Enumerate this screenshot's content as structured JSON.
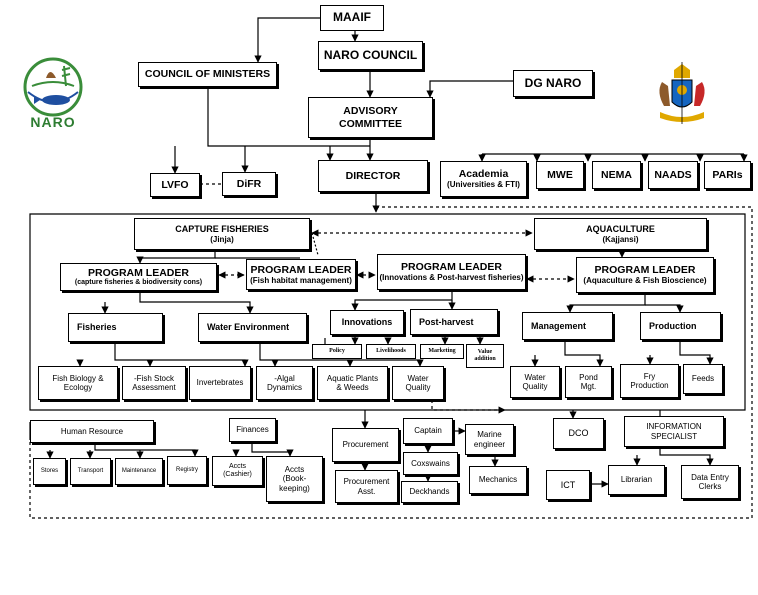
{
  "boxes": {
    "maaif": "MAAIF",
    "naro_council": "NARO COUNCIL",
    "council_ministers": "COUNCIL OF MINISTERS",
    "dg_naro": "DG NARO",
    "advisory_line1": "ADVISORY",
    "advisory_line2": "COMMITTEE",
    "lvfo": "LVFO",
    "difr": "DiFR",
    "director": "DIRECTOR",
    "academia": "Academia",
    "academia_sub": "(Universities & FTI)",
    "mwe": "MWE",
    "nema": "NEMA",
    "naads": "NAADS",
    "paris": "PARIs",
    "capture": "CAPTURE FISHERIES",
    "capture_sub": "(Jinja)",
    "aquaculture": "AQUACULTURE",
    "aquaculture_sub": "(Kajjansi)",
    "pl_capture": "PROGRAM LEADER",
    "pl_capture_sub": "(capture fisheries & biodiversity cons)",
    "pl_habitat": "PROGRAM LEADER",
    "pl_habitat_sub": "(Fish habitat management)",
    "pl_innov": "PROGRAM LEADER",
    "pl_innov_sub": "(Innovations & Post-harvest fisheries)",
    "pl_aqua": "PROGRAM LEADER",
    "pl_aqua_sub": "(Aquaculture & Fish Bioscience)",
    "fisheries": "Fisheries",
    "water_env": "Water Environment",
    "innovations": "Innovations",
    "post_harvest": "Post-harvest",
    "management": "Management",
    "production": "Production",
    "policy": "Policy",
    "livelihoods": "Livelihoods",
    "marketing": "Marketing",
    "value_add_1": "Value",
    "value_add_2": "addition",
    "fish_bio_1": "Fish Biology &",
    "fish_bio_2": "Ecology",
    "fish_stock_1": "-Fish Stock",
    "fish_stock_2": "Assessment",
    "invertebrates": "Invertebrates",
    "algal_1": "-Algal",
    "algal_2": "Dynamics",
    "aquatic_1": "Aquatic Plants",
    "aquatic_2": "& Weeds",
    "water_quality_1": "Water",
    "water_quality_2": "Quality",
    "wq_aqua_1": "Water",
    "wq_aqua_2": "Quality",
    "pond_1": "Pond",
    "pond_2": "Mgt.",
    "fry_1": "Fry",
    "fry_2": "Production",
    "feeds": "Feeds",
    "human_resource": "Human Resource",
    "stores": "Stores",
    "transport": "Transport",
    "maintenance": "Maintenance",
    "registry": "Registry",
    "finances": "Finances",
    "accts_cashier_1": "Accts",
    "accts_cashier_2": "(Cashier)",
    "accts_book_1": "Accts",
    "accts_book_2": "(Book-",
    "accts_book_3": "keeping)",
    "procurement": "Procurement",
    "procurement_asst_1": "Procurement",
    "procurement_asst_2": "Asst.",
    "captain": "Captain",
    "coxswains": "Coxswains",
    "deckhands": "Deckhands",
    "marine_1": "Marine",
    "marine_2": "engineer",
    "mechanics": "Mechanics",
    "dco": "DCO",
    "info_1": "INFORMATION",
    "info_2": "SPECIALIST",
    "ict": "ICT",
    "librarian": "Librarian",
    "data_entry_1": "Data Entry",
    "data_entry_2": "Clerks"
  },
  "logos": {
    "naro_text": "NARO",
    "naro_icon": "naro-logo-icon",
    "uganda_icon": "uganda-coat-of-arms-icon"
  },
  "colors": {
    "naro_text": "#2e7d32",
    "naro_blue": "#1f4fa0",
    "naro_green": "#3a8d3a",
    "arms_red": "#c62828",
    "arms_gold": "#e0a800",
    "arms_blue": "#1565c0",
    "arms_brown": "#8d5a2b"
  }
}
